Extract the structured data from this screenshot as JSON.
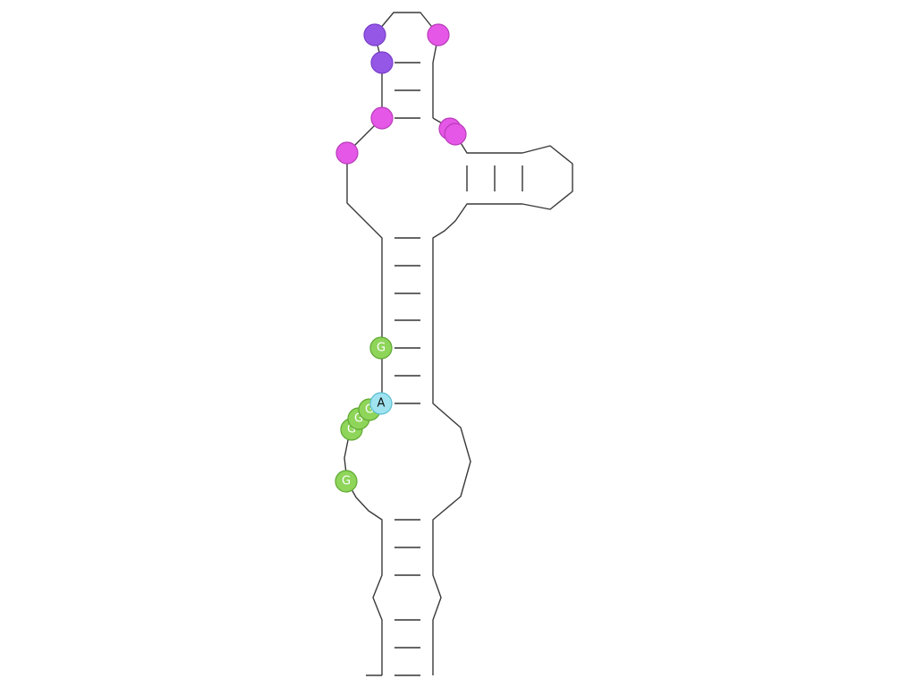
{
  "colors": {
    "background": "#ffffff",
    "backbone": "#3a3a3a",
    "pair": "#333333",
    "purple": {
      "fill": "#9457e6",
      "stroke": "#7a3fc8"
    },
    "magenta": {
      "fill": "#e557e6",
      "stroke": "#b83cb9"
    },
    "green": {
      "fill": "#8ed55a",
      "stroke": "#5fa832",
      "text": "#ffffff"
    },
    "cyan": {
      "fill": "#9fe3f0",
      "stroke": "#5bbfd2",
      "text": "#111111"
    }
  },
  "nucleotides": [
    {
      "id": "nt-1",
      "color": "purple",
      "label": ""
    },
    {
      "id": "nt-2",
      "color": "magenta",
      "label": ""
    },
    {
      "id": "nt-3",
      "color": "purple",
      "label": ""
    },
    {
      "id": "nt-4",
      "color": "magenta",
      "label": ""
    },
    {
      "id": "nt-5",
      "color": "magenta",
      "label": ""
    },
    {
      "id": "nt-6",
      "color": "magenta",
      "label": ""
    },
    {
      "id": "nt-7",
      "color": "magenta",
      "label": ""
    },
    {
      "id": "nt-8",
      "color": "green",
      "label": "G"
    },
    {
      "id": "nt-9",
      "color": "cyan",
      "label": "A"
    },
    {
      "id": "nt-10",
      "color": "green",
      "label": "G"
    },
    {
      "id": "nt-11",
      "color": "green",
      "label": "G"
    },
    {
      "id": "nt-12",
      "color": "green",
      "label": "G"
    },
    {
      "id": "nt-13",
      "color": "green",
      "label": "G"
    }
  ]
}
